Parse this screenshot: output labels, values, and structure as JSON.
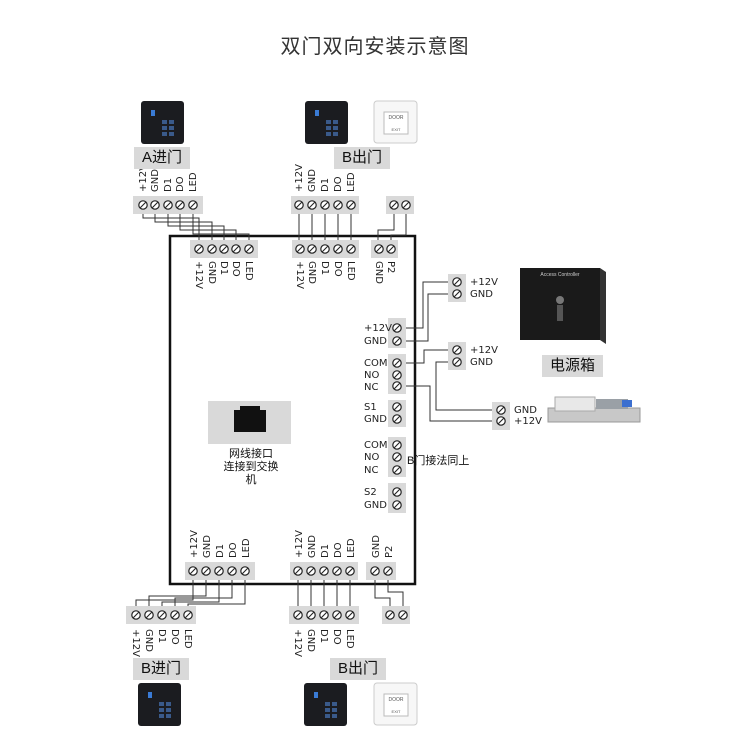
{
  "title": "双门双向安装示意图",
  "labels": {
    "a_in": "A进门",
    "b_out_top": "B出门",
    "b_in": "B进门",
    "b_out_bottom": "B出门",
    "power_box": "电源箱",
    "network_line1": "网线接口",
    "network_line2": "连接到交换机",
    "b_door_same": "B门接法同上"
  },
  "reader_pins": [
    "+12V",
    "GND",
    "D1",
    "DO",
    "LED"
  ],
  "exit_pins": [
    "GND",
    "P2"
  ],
  "side_pins": {
    "power": [
      "+12V",
      "GND"
    ],
    "relay_a": [
      "COM",
      "NO",
      "NC"
    ],
    "sensor_a": [
      "S1",
      "GND"
    ],
    "relay_b": [
      "COM",
      "NO",
      "NC"
    ],
    "sensor_b": [
      "S2",
      "GND"
    ]
  },
  "psu_top": [
    "+12V",
    "GND"
  ],
  "psu_lock": [
    "+12V",
    "GND"
  ],
  "lock_terms": [
    "GND",
    "+12V"
  ],
  "device_text": {
    "exit_button_top": "DOOR",
    "exit_button_bottom": "EXIT",
    "psu_caption": "Access Controller"
  }
}
